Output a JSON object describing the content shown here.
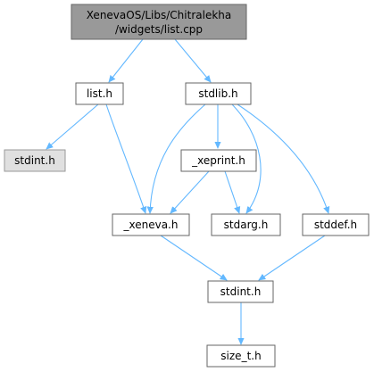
{
  "diagram": {
    "colors": {
      "edge": "#63b8ff",
      "root_fill": "#999999",
      "external_fill": "#e0e0e0",
      "node_fill": "#ffffff",
      "node_border": "#666666"
    },
    "nodes": {
      "root": {
        "line1": "XenevaOS/Libs/Chitralekha",
        "line2": "/widgets/list.cpp"
      },
      "list_h": {
        "label": "list.h"
      },
      "stdlib_h": {
        "label": "stdlib.h"
      },
      "stdint_h_ext": {
        "label": "stdint.h"
      },
      "xeprint_h": {
        "label": "_xeprint.h"
      },
      "xeneva_h": {
        "label": "_xeneva.h"
      },
      "stdarg_h": {
        "label": "stdarg.h"
      },
      "stddef_h": {
        "label": "stddef.h"
      },
      "stdint_h": {
        "label": "stdint.h"
      },
      "size_t_h": {
        "label": "size_t.h"
      }
    },
    "edges": [
      {
        "from": "root",
        "to": "list_h"
      },
      {
        "from": "root",
        "to": "stdlib_h"
      },
      {
        "from": "list_h",
        "to": "stdint_h_ext"
      },
      {
        "from": "list_h",
        "to": "xeneva_h"
      },
      {
        "from": "stdlib_h",
        "to": "xeneva_h"
      },
      {
        "from": "stdlib_h",
        "to": "xeprint_h"
      },
      {
        "from": "stdlib_h",
        "to": "stdarg_h"
      },
      {
        "from": "stdlib_h",
        "to": "stddef_h"
      },
      {
        "from": "xeprint_h",
        "to": "xeneva_h"
      },
      {
        "from": "xeprint_h",
        "to": "stdarg_h"
      },
      {
        "from": "xeneva_h",
        "to": "stdint_h"
      },
      {
        "from": "stddef_h",
        "to": "stdint_h"
      },
      {
        "from": "stdint_h",
        "to": "size_t_h"
      }
    ]
  }
}
